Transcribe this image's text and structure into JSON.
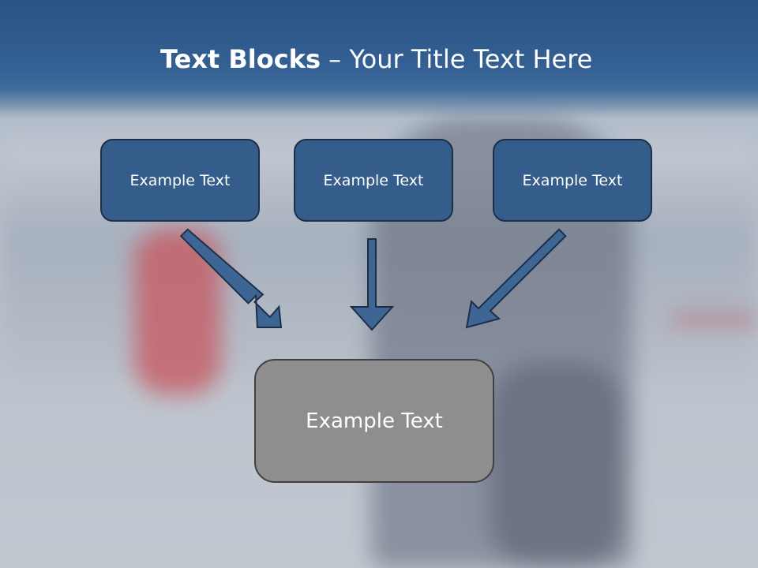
{
  "slide": {
    "title_bold": "Text Blocks",
    "title_rest": " – Your Title Text Here"
  },
  "diagram": {
    "top_boxes": [
      {
        "label": "Example Text"
      },
      {
        "label": "Example Text"
      },
      {
        "label": "Example Text"
      }
    ],
    "bottom_box": {
      "label": "Example Text"
    }
  },
  "colors": {
    "header": "#2c5384",
    "box_fill": "#355d8b",
    "box_border": "#1c2f47",
    "bottom_fill": "#8e8e8e",
    "arrow_fill": "#3d6694"
  }
}
